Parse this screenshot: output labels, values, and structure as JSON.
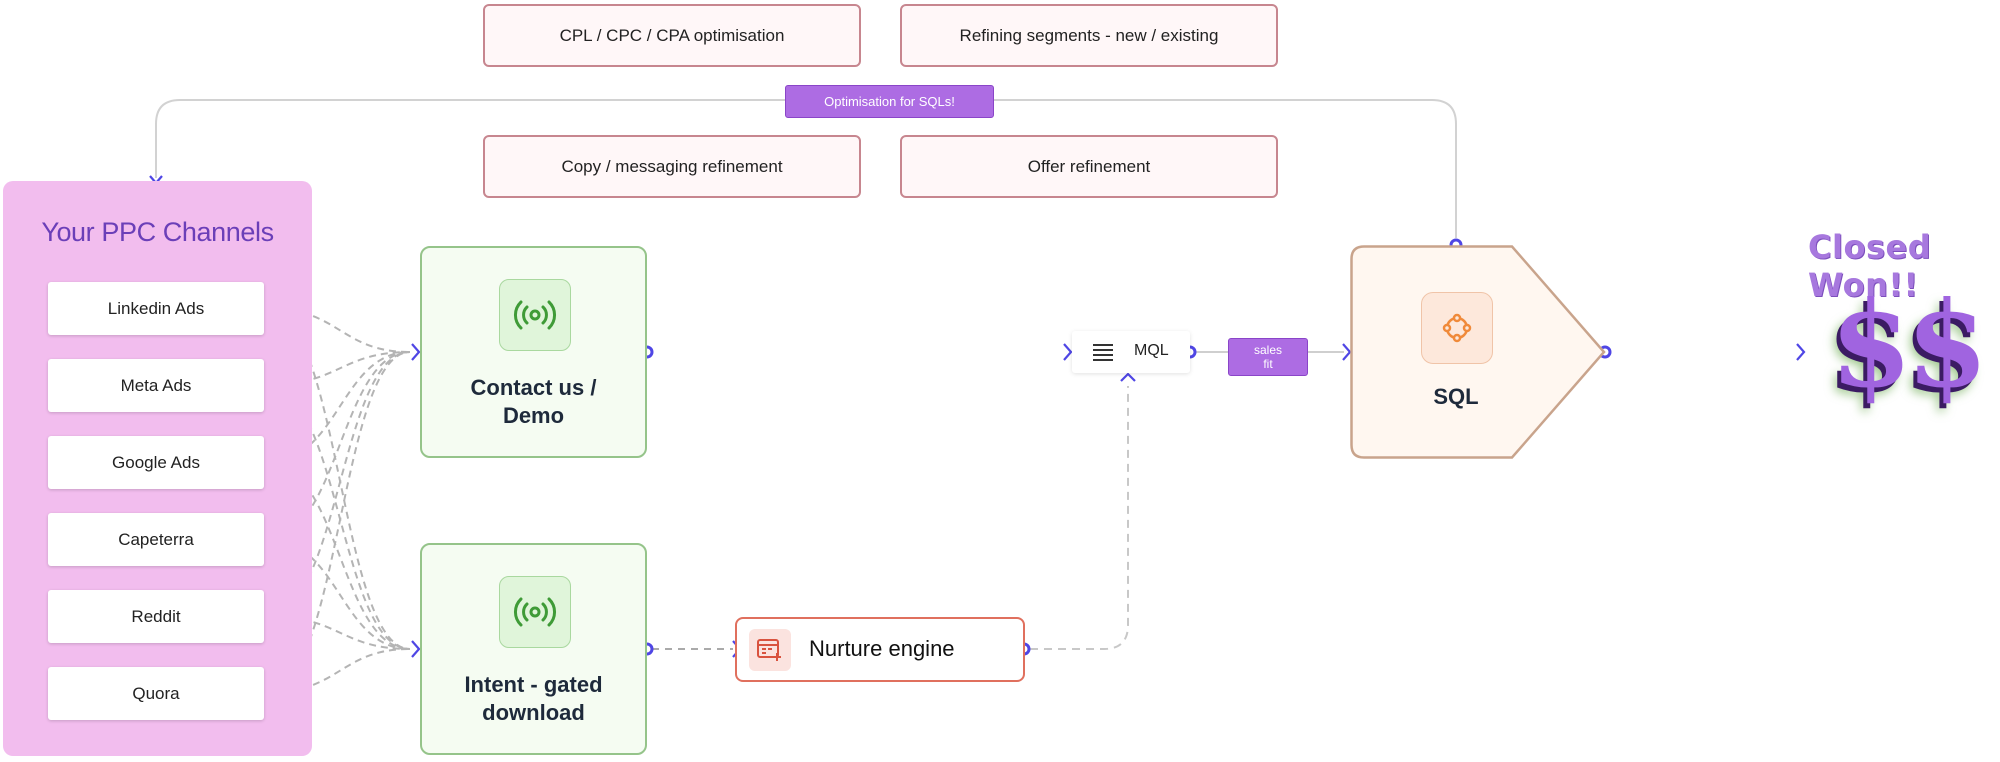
{
  "optimisation": {
    "banner": "Optimisation for SQLs!",
    "cards": [
      "CPL / CPC / CPA optimisation",
      "Refining segments - new / existing",
      "Copy / messaging refinement",
      "Offer refinement"
    ]
  },
  "ppc": {
    "title": "Your PPC Channels",
    "channels": [
      "Linkedin Ads",
      "Meta Ads",
      "Google Ads",
      "Capeterra",
      "Reddit",
      "Quora"
    ]
  },
  "steps": {
    "contact": {
      "line1": "Contact us /",
      "line2": "Demo",
      "icon": "broadcast-icon"
    },
    "intent": {
      "line1": "Intent - gated",
      "line2": "download",
      "icon": "broadcast-icon"
    }
  },
  "mql": {
    "label": "MQL",
    "icon": "list-icon"
  },
  "sales_fit": {
    "line1": "sales",
    "line2": "fit"
  },
  "nurture": {
    "label": "Nurture engine",
    "icon": "calendar-add-icon"
  },
  "sql": {
    "label": "SQL",
    "icon": "nodes-icon"
  },
  "outcome": {
    "title": "Closed Won!!",
    "symbol": "$$"
  },
  "colors": {
    "connector": "#4f46e5",
    "accent_purple": "#ad6ce3",
    "panel_pink": "#f2bdee",
    "step_green": "#95c48a",
    "sql_brown": "#c9a48c",
    "nurture_red": "#e0705e"
  }
}
